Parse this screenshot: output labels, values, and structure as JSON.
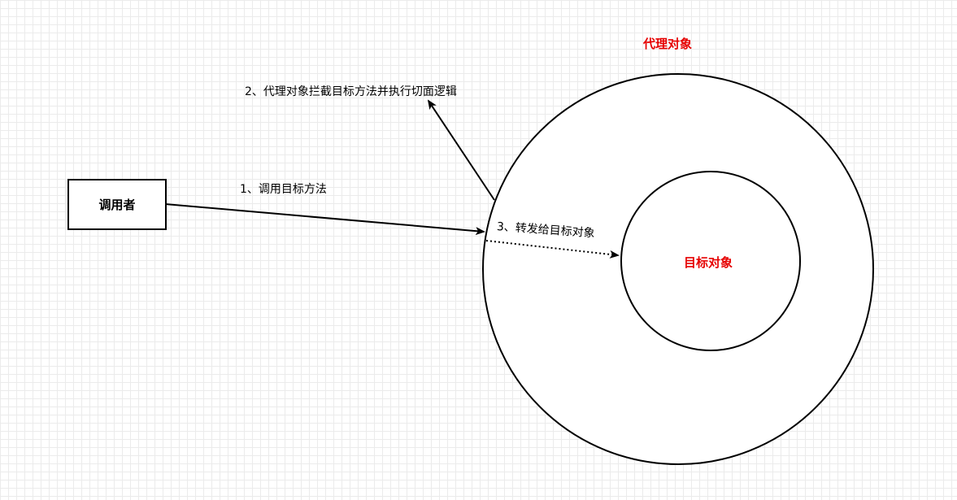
{
  "diagram": {
    "colors": {
      "accent_red": "#e60000",
      "stroke": "#000000",
      "grid": "#ebebeb"
    },
    "nodes": {
      "caller": {
        "label": "调用者"
      },
      "proxy": {
        "label": "代理对象"
      },
      "target": {
        "label": "目标对象"
      }
    },
    "edges": {
      "call": {
        "label": "1、调用目标方法"
      },
      "intercept": {
        "label": "2、代理对象拦截目标方法并执行切面逻辑"
      },
      "forward": {
        "label": "3、转发给目标对象"
      }
    }
  }
}
